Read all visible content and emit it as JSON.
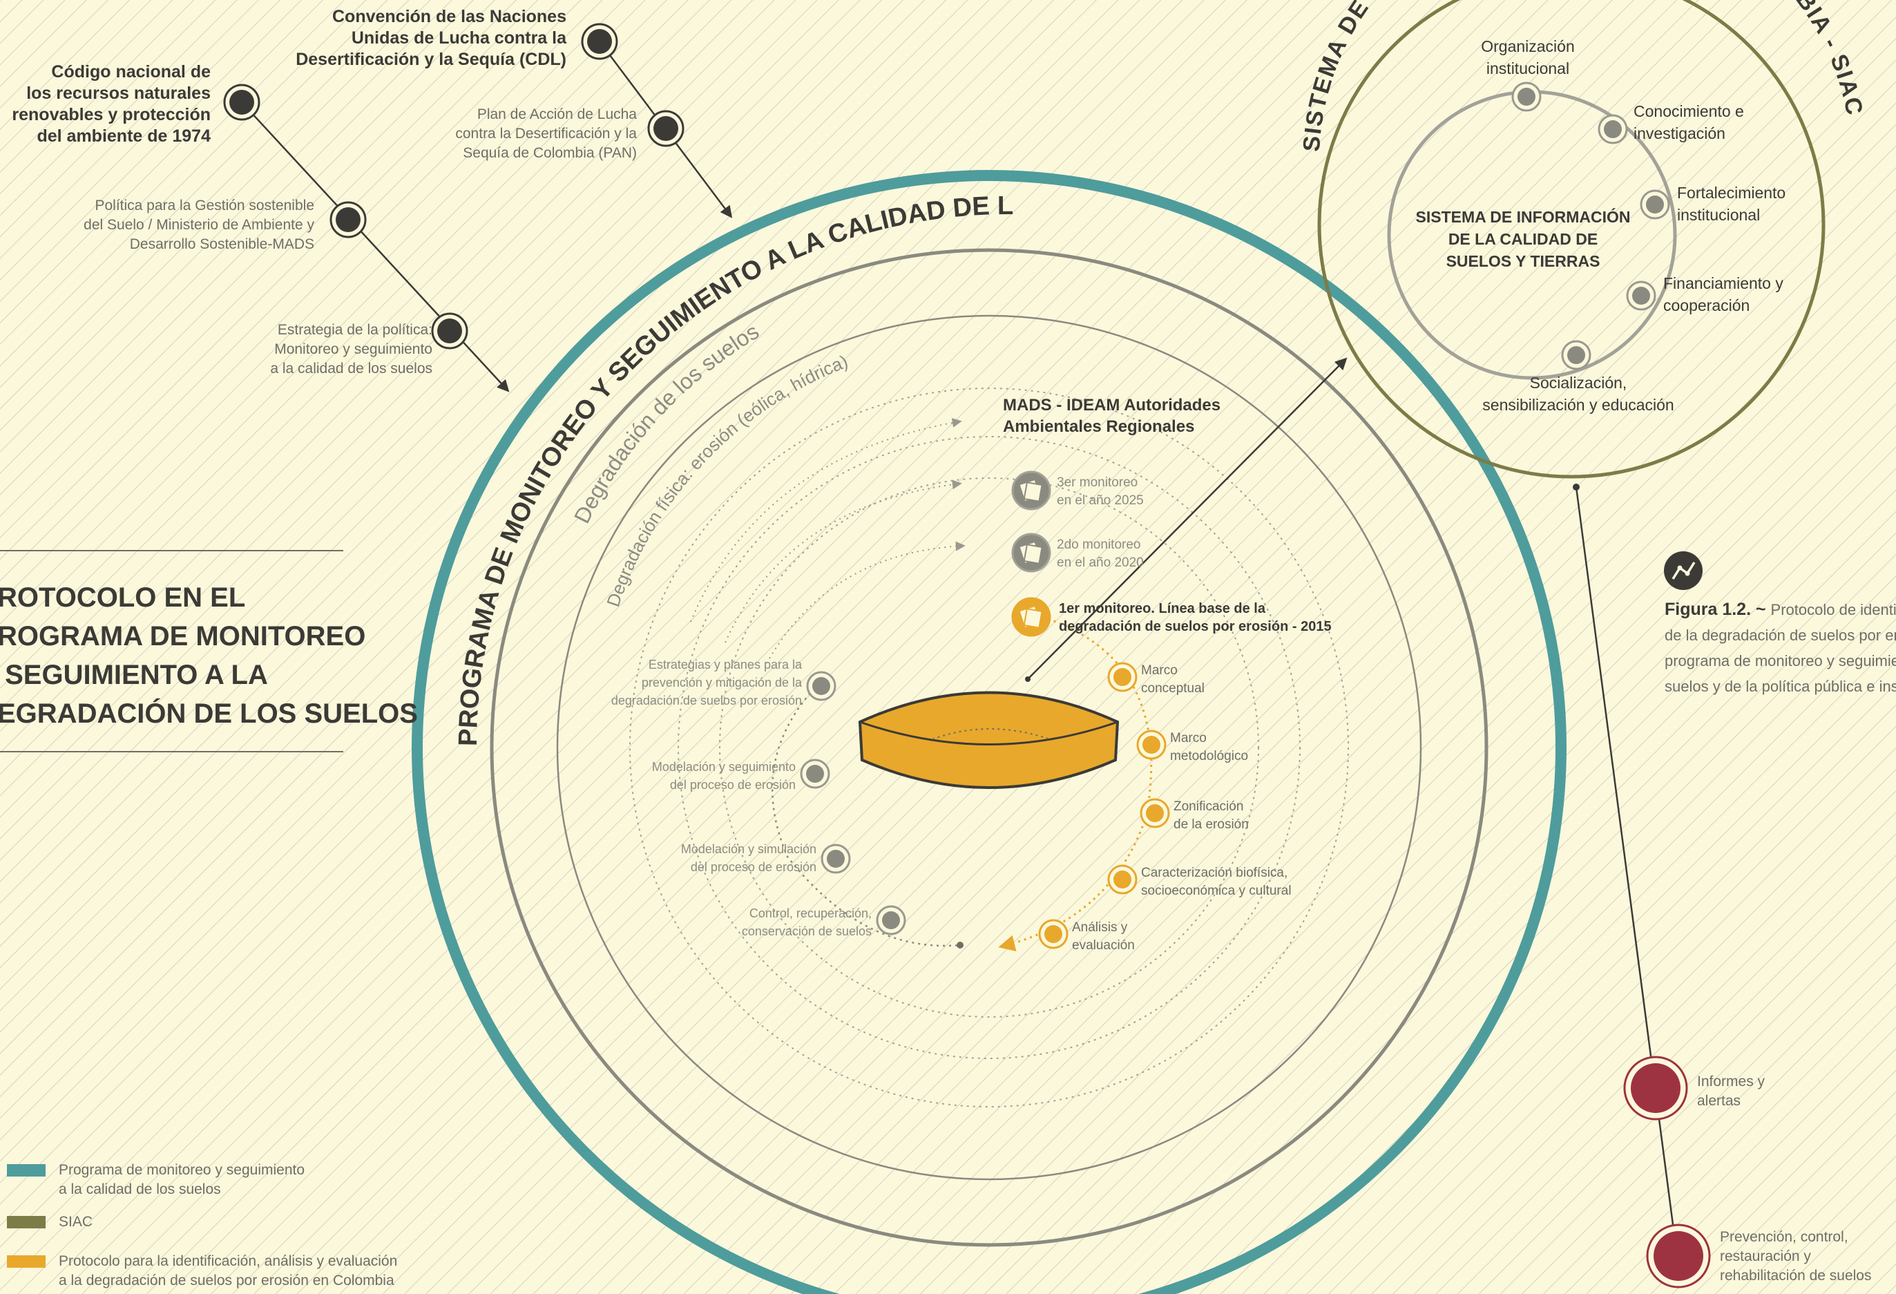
{
  "title": {
    "lines": [
      "ROTOCOLO EN EL",
      "ROGRAMA DE MONITOREO",
      " SEGUIMIENTO A LA",
      "EGRADACIÓN DE LOS SUELOS"
    ]
  },
  "policy_nodes": [
    {
      "id": "ley",
      "lines": [
        "Código nacional de",
        "los recursos naturales",
        "renovables y protección",
        "del ambiente de 1974"
      ],
      "bold": true
    },
    {
      "id": "gestion",
      "lines": [
        "Política para la Gestión sostenible",
        "del Suelo / Ministerio de Ambiente y",
        "Desarrollo Sostenible-MADS"
      ],
      "bold": false
    },
    {
      "id": "estrategia",
      "lines": [
        "Estrategia de la política:",
        "Monitoreo y seguimiento",
        "a la calidad de los suelos"
      ],
      "bold": false
    },
    {
      "id": "cdl",
      "lines": [
        "Convención de las Naciones",
        "Unidas de Lucha contra la",
        "Desertificación y la Sequía (CDL)"
      ],
      "bold": true
    },
    {
      "id": "pan",
      "lines": [
        "Plan de Acción de Lucha",
        "contra la Desertificación y la",
        "Sequía de Colombia (PAN)"
      ],
      "bold": false
    }
  ],
  "ring_labels": {
    "programa": "PROGRAMA DE MONITOREO Y SEGUIMIENTO A LA CALIDAD DE LOS SUELOS",
    "degradacion": "Degradación de los suelos",
    "erosion": "Degradación física: erosión (eólica, hídrica)",
    "siac_arc": "SISTEMA DE INFORMACIÓN AMBIENTAL DE COLOMBIA - SIAC"
  },
  "authorities": [
    "MADS - IDEAM Autoridades",
    "Ambientales Regionales"
  ],
  "monitoring": [
    {
      "lines": [
        "3er monitoreo",
        "en el año 2025"
      ],
      "active": false
    },
    {
      "lines": [
        "2do monitoreo",
        "en el año 2020"
      ],
      "active": false
    },
    {
      "lines": [
        "1er monitoreo. Línea base de la",
        "degradación de suelos por erosión - 2015"
      ],
      "active": true
    }
  ],
  "protocol_steps": [
    {
      "lines": [
        "Marco",
        "conceptual"
      ]
    },
    {
      "lines": [
        "Marco",
        "metodológico"
      ]
    },
    {
      "lines": [
        "Zonificación",
        "de la erosión"
      ]
    },
    {
      "lines": [
        "Caracterización biofísica,",
        "socioeconómica y cultural"
      ]
    },
    {
      "lines": [
        "Análisis y",
        "evaluación"
      ]
    }
  ],
  "program_steps": [
    {
      "lines": [
        "Estrategias y planes para la",
        "prevención y mitigación de la",
        "degradación de suelos por erosión"
      ]
    },
    {
      "lines": [
        "Modelación y seguimiento",
        "del proceso de erosión"
      ]
    },
    {
      "lines": [
        "Modelación y simulación",
        "del proceso de erosión"
      ]
    },
    {
      "lines": [
        "Control, recuperación,",
        "conservación de suelos"
      ]
    }
  ],
  "siac": {
    "center": [
      "SISTEMA DE INFORMACIÓN",
      "DE LA CALIDAD DE",
      "SUELOS Y TIERRAS"
    ],
    "nodes": [
      {
        "lines": [
          "Organización",
          "institucional"
        ]
      },
      {
        "lines": [
          "Conocimiento e",
          "investigación"
        ]
      },
      {
        "lines": [
          "Fortalecimiento",
          "institucional"
        ]
      },
      {
        "lines": [
          "Financiamiento y",
          "cooperación"
        ]
      },
      {
        "lines": [
          "Socialización,",
          "sensibilización y educación"
        ]
      }
    ]
  },
  "outputs": [
    {
      "lines": [
        "Informes y",
        "alertas"
      ]
    },
    {
      "lines": [
        "Prevención, control,",
        "restauración y",
        "rehabilitación de suelos"
      ]
    }
  ],
  "figure": {
    "label": "Figura 1.2. ~",
    "lines": [
      "Protocolo de identifi",
      "de la degradación de suelos por erosión",
      "programa de monitoreo y seguimiento",
      "suelos y de la política pública e instituc"
    ]
  },
  "legend": [
    {
      "lines": [
        "Programa de monitoreo y seguimiento",
        "a la calidad de los suelos"
      ],
      "color": "#4f9c9c"
    },
    {
      "lines": [
        "SIAC"
      ],
      "color": "#7c7c47"
    },
    {
      "lines": [
        "Protocolo para la identificación, análisis y evaluación",
        "a la degradación de suelos por erosión en Colombia"
      ],
      "color": "#e8a82c"
    }
  ],
  "colors": {
    "teal": "#4f9c9c",
    "olive": "#7c7c47",
    "gold": "#e8a82c",
    "red": "#9d3340",
    "gray": "#9a9990",
    "background": "#fbf8dc"
  },
  "icons": {
    "figure": "chart-line-icon",
    "monitoring": "book-icon"
  }
}
